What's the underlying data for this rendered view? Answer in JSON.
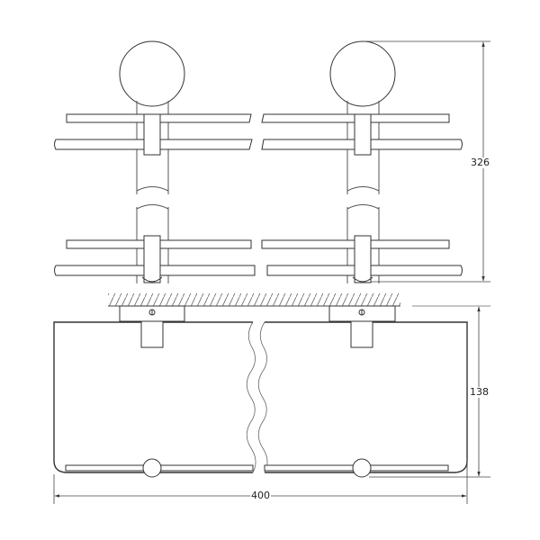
{
  "drawing": {
    "type": "technical-drawing",
    "subject": "double glass shelf with rails",
    "views": [
      "front-view",
      "top-view"
    ],
    "line_color": "#333333",
    "hatch_color": "#555555",
    "background": "#ffffff"
  },
  "dimensions": {
    "height_front": {
      "value": "326",
      "orientation": "vertical"
    },
    "depth_top": {
      "value": "138",
      "orientation": "vertical"
    },
    "width": {
      "value": "400",
      "orientation": "horizontal"
    }
  }
}
